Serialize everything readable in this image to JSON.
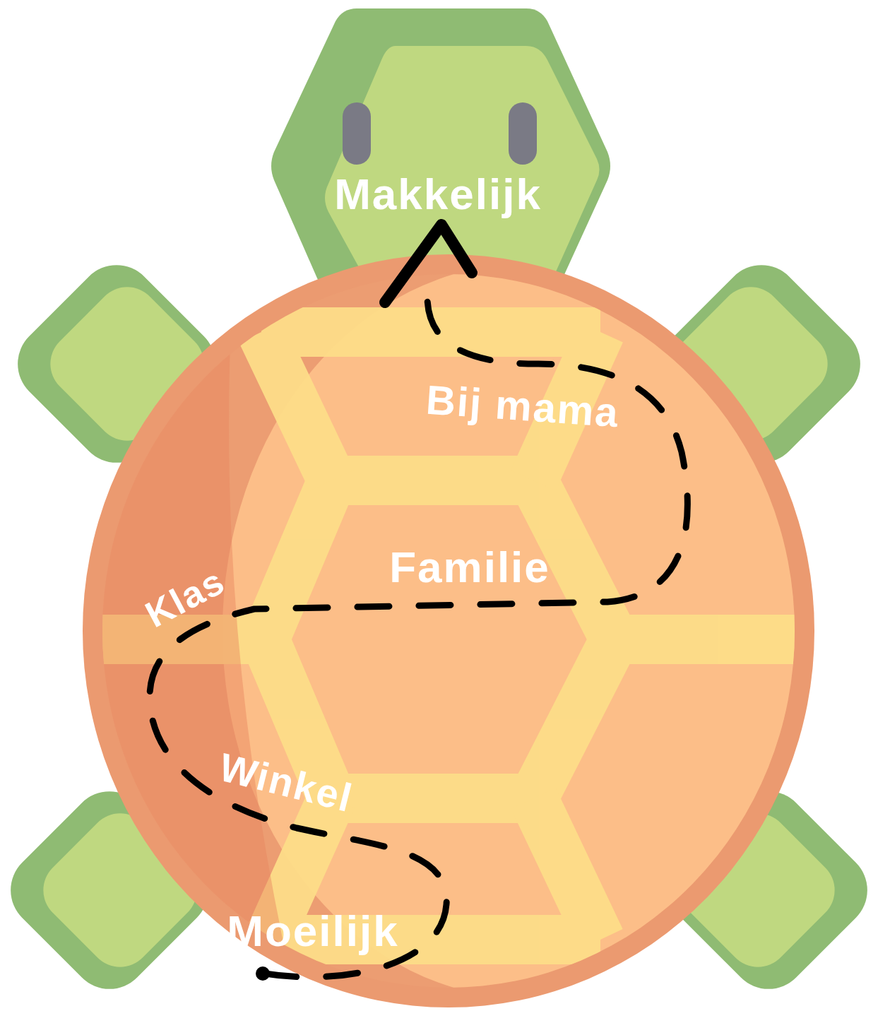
{
  "diagram": {
    "labels": [
      "Makkelijk",
      "Bij mama",
      "Familie",
      "Klas",
      "Winkel",
      "Moeilijk"
    ]
  }
}
